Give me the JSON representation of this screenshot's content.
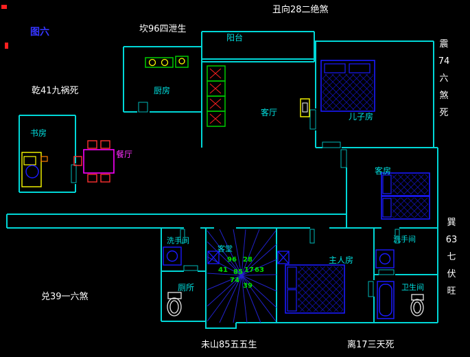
{
  "figure_label": "图六",
  "annotations": {
    "top_center": "丑向28二绝煞",
    "top_left": "坎96四泄生",
    "mid_left": "乾41九祸死",
    "bottom_left": "兑39一六煞",
    "bottom_center": "未山85五五生",
    "bottom_right": "离17三天死",
    "right_top_lines": [
      "震",
      "74",
      "六",
      "煞",
      "死"
    ],
    "right_bottom_lines": [
      "巽",
      "63",
      "七",
      "伏",
      "旺"
    ]
  },
  "rooms": {
    "balcony": "阳台",
    "kitchen": "厨房",
    "living_room": "客厅",
    "son_room": "儿子房",
    "study": "书房",
    "dining": "餐厅",
    "guest_room": "客房",
    "washroom_left": "洗手间",
    "toilet": "厕所",
    "stair_hall": "客堂",
    "master_room": "主人房",
    "washroom_right": "洗手间",
    "bathroom": "卫生间"
  },
  "compass_numbers": [
    "96",
    "28",
    "41",
    "85",
    "17",
    "63",
    "74",
    "39"
  ],
  "colors": {
    "wall": "#00d8d8",
    "furniture_blue": "#1a1aff",
    "accent_green": "#00cc00",
    "accent_magenta": "#ff00ff",
    "accent_red": "#ff2020",
    "text_white": "#ffffff",
    "figure_blue": "#3535ff"
  }
}
